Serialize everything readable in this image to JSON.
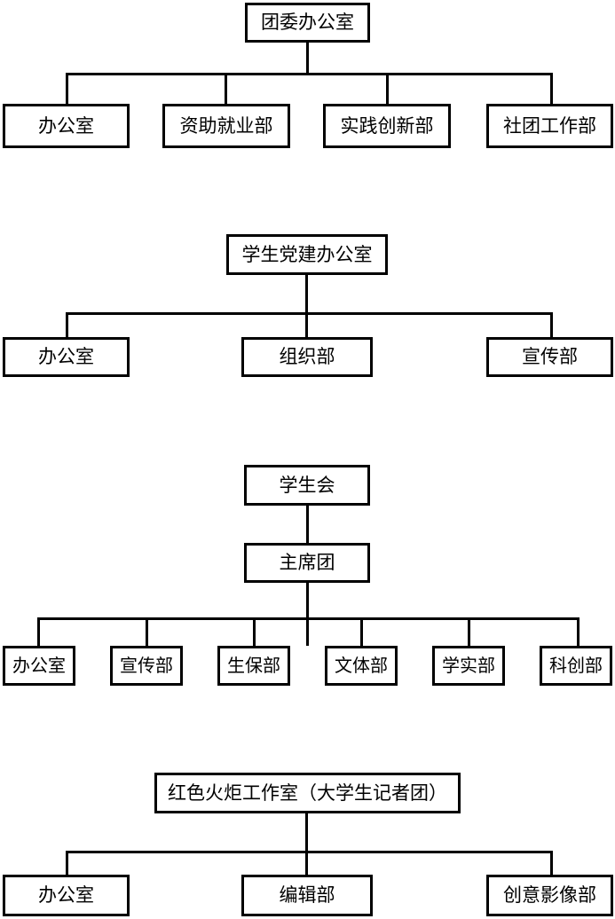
{
  "chart_data": {
    "type": "diagram",
    "title": "组织架构图",
    "orientation": "top-down",
    "line_color": "#000000",
    "box_fill": "#ffffff",
    "text_color": "#000000",
    "sections": [
      {
        "id": "section-youth-league",
        "root": "团委办公室",
        "children": [
          "办公室",
          "资助就业部",
          "实践创新部",
          "社团工作部"
        ]
      },
      {
        "id": "section-party-building",
        "root": "学生党建办公室",
        "children": [
          "办公室",
          "组织部",
          "宣传部"
        ]
      },
      {
        "id": "section-student-union",
        "root": "学生会",
        "intermediate": "主席团",
        "children": [
          "办公室",
          "宣传部",
          "生保部",
          "文体部",
          "学实部",
          "科创部"
        ]
      },
      {
        "id": "section-red-torch",
        "root": "红色火炬工作室（大学生记者团）",
        "children": [
          "办公室",
          "编辑部",
          "创意影像部"
        ]
      }
    ]
  },
  "nodes": {
    "s1_root": "团委办公室",
    "s1_c1": "办公室",
    "s1_c2": "资助就业部",
    "s1_c3": "实践创新部",
    "s1_c4": "社团工作部",
    "s2_root": "学生党建办公室",
    "s2_c1": "办公室",
    "s2_c2": "组织部",
    "s2_c3": "宣传部",
    "s3_root": "学生会",
    "s3_mid": "主席团",
    "s3_c1": "办公室",
    "s3_c2": "宣传部",
    "s3_c3": "生保部",
    "s3_c4": "文体部",
    "s3_c5": "学实部",
    "s3_c6": "科创部",
    "s4_root": "红色火炬工作室（大学生记者团）",
    "s4_c1": "办公室",
    "s4_c2": "编辑部",
    "s4_c3": "创意影像部"
  }
}
